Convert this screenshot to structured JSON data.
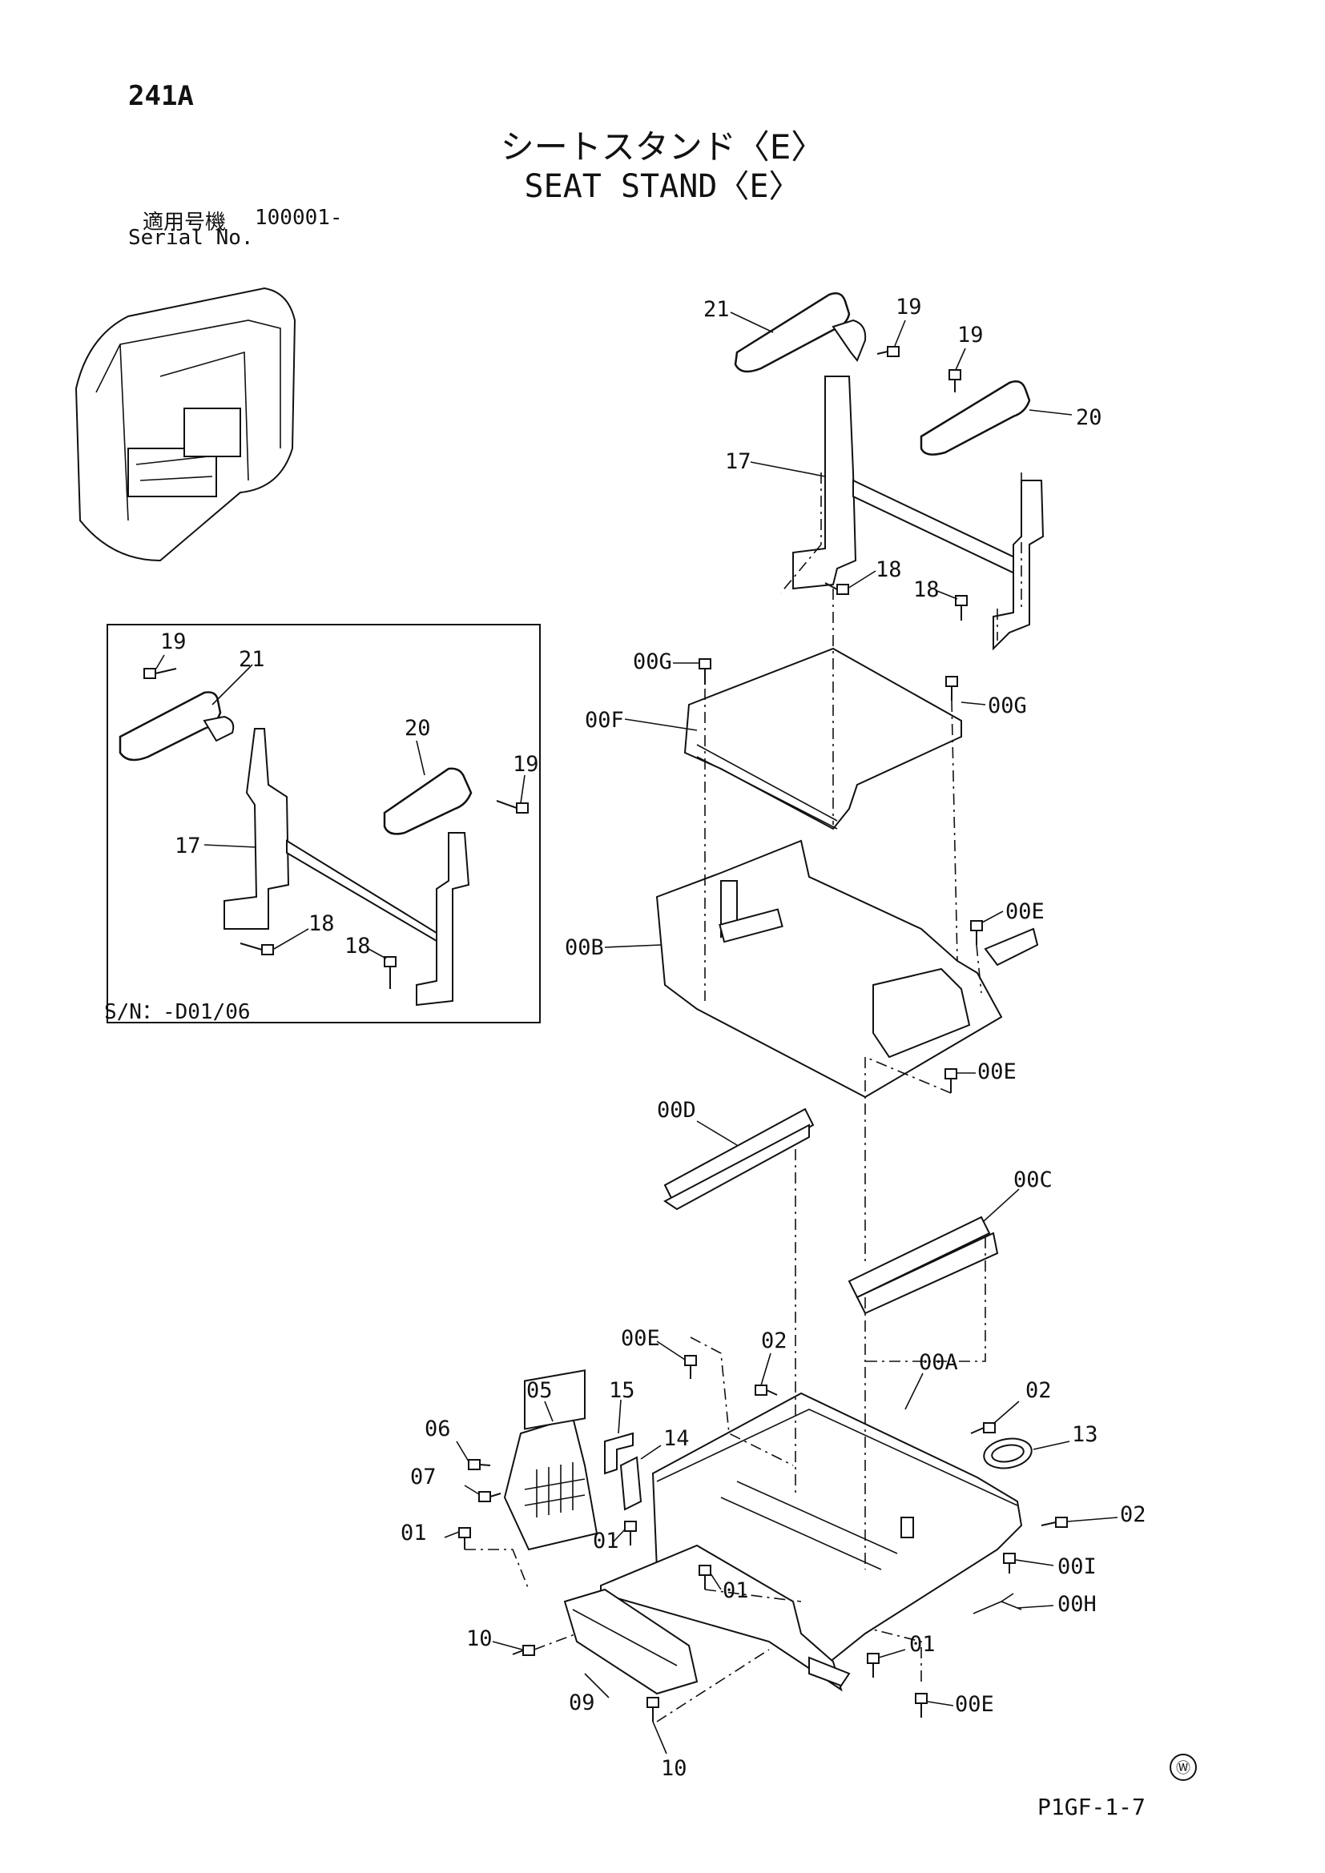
{
  "header": {
    "page_number": "241A",
    "title_jp": "シートスタンド〈E〉",
    "title_en": "SEAT STAND〈E〉",
    "serial_label_jp": "適用号機",
    "serial_from": "100001-",
    "serial_label_en": "Serial No."
  },
  "inset": {
    "serial_range": "S/N：-D01/06",
    "callouts": [
      "19",
      "21",
      "20",
      "19",
      "17",
      "18",
      "18"
    ]
  },
  "main_callouts": {
    "armrest_left": "21",
    "bolt_top": "19",
    "bolt_right": "19",
    "armrest_right": "20",
    "bracket": "17",
    "bolt_18a": "18",
    "bolt_18b": "18",
    "bolt_00G_left": "00G",
    "bolt_00G_right": "00G",
    "plate_00F": "00F",
    "frame_00B": "00B",
    "bolt_00E_top": "00E",
    "bolt_00E_mid": "00E",
    "rail_00D": "00D",
    "rail_00C": "00C",
    "bolt_00E_low": "00E",
    "bolt_02a": "02",
    "base_00A": "00A",
    "bolt_02b": "02",
    "grommet_13": "13",
    "bolt_02c": "02",
    "cover_05": "05",
    "clip_15": "15",
    "clip_14": "14",
    "bolt_06": "06",
    "bolt_07": "07",
    "bolt_01a": "01",
    "bolt_01b": "01",
    "bolt_01c": "01",
    "bolt_00I": "00I",
    "harness_00H": "00H",
    "bolt_10a": "10",
    "bolt_01d": "01",
    "duct_09": "09",
    "bolt_00E_bottom": "00E",
    "bolt_10b": "10"
  },
  "footer": {
    "watermark": "Ⓦ",
    "doc_code": "P1GF-1-7"
  }
}
